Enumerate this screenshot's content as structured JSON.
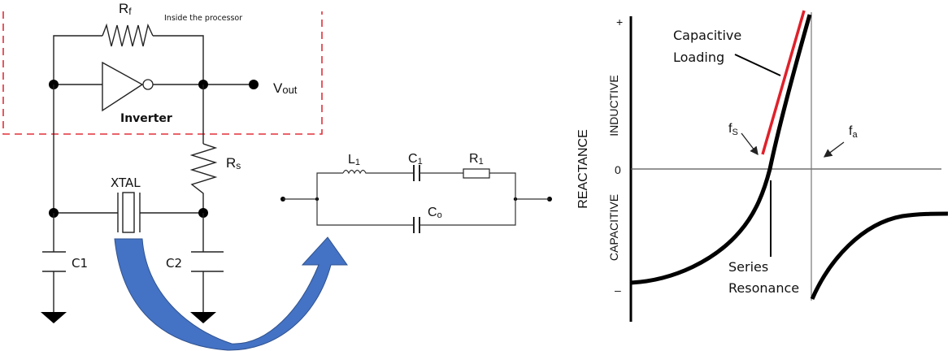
{
  "oscillator": {
    "feedback_resistor": {
      "label": "R",
      "sub": "f"
    },
    "processor_note": "Inside the processor",
    "inverter_label": "Inverter",
    "output": {
      "label": "V",
      "sub": "out"
    },
    "series_resistor": {
      "label": "R",
      "sub": "s"
    },
    "crystal_label": "XTAL",
    "cap_left": "C1",
    "cap_right": "C2",
    "boundary_color": "#e0303a",
    "arrow_color": "#4472c4"
  },
  "equivalent": {
    "inductor": {
      "label": "L",
      "sub": "1"
    },
    "motional_cap": {
      "label": "C",
      "sub": "1"
    },
    "motional_res": {
      "label": "R",
      "sub": "1"
    },
    "shunt_cap": {
      "label": "C",
      "sub": "o"
    }
  },
  "reactance_plot": {
    "y_axis_label": "REACTANCE",
    "upper_region": "INDUCTIVE",
    "lower_region": "CAPACITIVE",
    "tick_plus": "+",
    "tick_zero": "0",
    "tick_minus": "–",
    "annotation_loading": [
      "Capacitive",
      "Loading"
    ],
    "annotation_series": [
      "Series",
      "Resonance"
    ],
    "fs": {
      "label": "f",
      "sub": "S"
    },
    "fa": {
      "label": "f",
      "sub": "a"
    },
    "curve_color": "#000000",
    "loading_color": "#e0202a"
  }
}
